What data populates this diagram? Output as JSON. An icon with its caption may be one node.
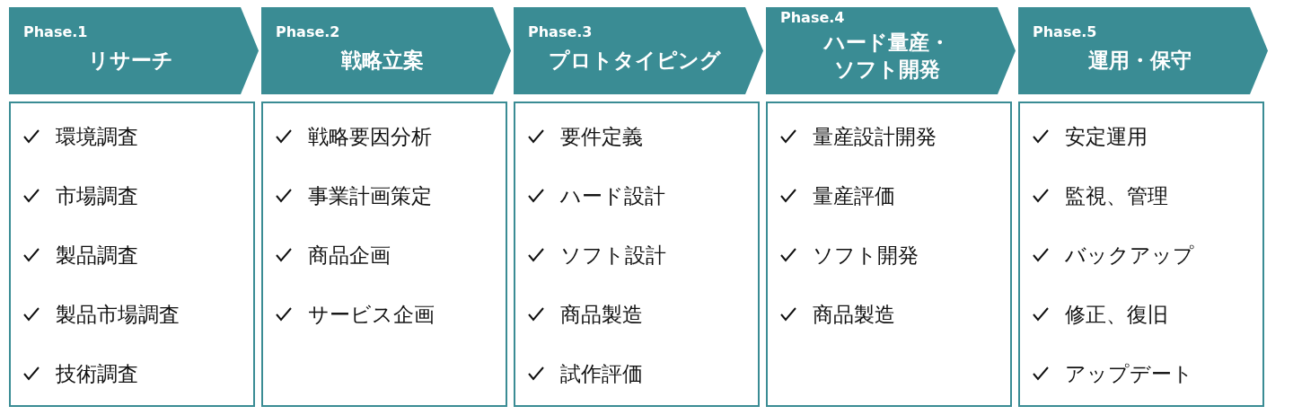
{
  "diagram": {
    "nodes": [
      {
        "text": [
          "Phase.1",
          "リサーチ"
        ]
      },
      {
        "text": [
          "Phase.2",
          "戦略立案"
        ]
      },
      {
        "text": [
          "Phase.3",
          "プロトタイピング"
        ]
      },
      {
        "text": [
          "Phase.4",
          "ハード量産・ソフト開発"
        ]
      },
      {
        "text": [
          "Phase.5",
          "運用・保守"
        ]
      },
      {
        "text": [
          "環境調査",
          "市場調査",
          "製品調査",
          "製品市場調査",
          "技術調査"
        ]
      },
      {
        "text": [
          "戦略要因分析",
          "事業計画策定",
          "商品企画",
          "サービス企画"
        ]
      },
      {
        "text": [
          "要件定義",
          "ハード設計",
          "ソフト設計",
          "商品製造",
          "試作評価"
        ]
      },
      {
        "text": [
          "量産設計開発",
          "量産評価",
          "ソフト開発",
          "商品製造"
        ]
      },
      {
        "text": [
          "安定運用",
          "監視、管理",
          "バックアップ",
          "修正、復旧",
          "アップデート"
        ]
      }
    ]
  }
}
